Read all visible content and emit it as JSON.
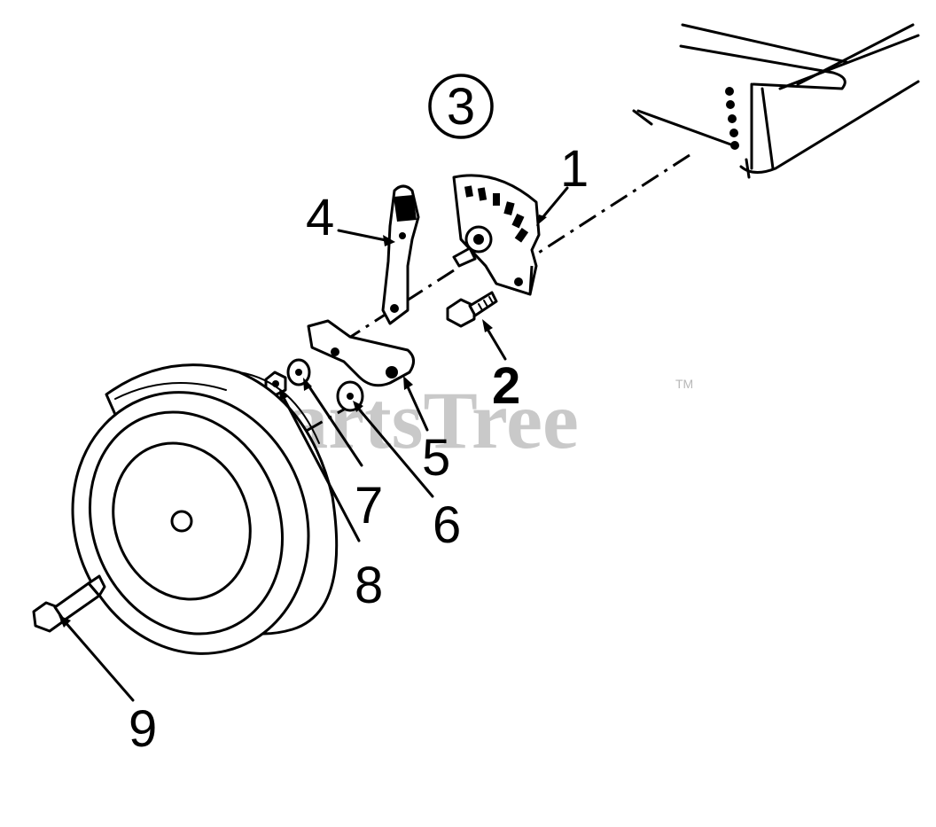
{
  "diagram": {
    "view_number": "3",
    "watermark": "PartsTree",
    "watermark_tm": "TM",
    "callouts": [
      {
        "id": "1",
        "label": "1"
      },
      {
        "id": "2",
        "label": "2"
      },
      {
        "id": "4",
        "label": "4"
      },
      {
        "id": "5",
        "label": "5"
      },
      {
        "id": "6",
        "label": "6"
      },
      {
        "id": "7",
        "label": "7"
      },
      {
        "id": "8",
        "label": "8"
      },
      {
        "id": "9",
        "label": "9"
      }
    ]
  }
}
